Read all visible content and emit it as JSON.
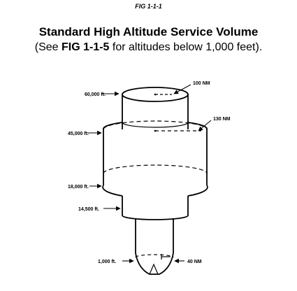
{
  "figure_label": "FIG 1-1-1",
  "title": "Standard High Altitude Service Volume",
  "subtitle": {
    "prefix": "(See ",
    "ref": "FIG 1-1-5",
    "suffix": " for altitudes below 1,000 feet)."
  },
  "altitudes": {
    "a60000": "60,000 ft.",
    "a45000": "45,000 ft.",
    "a18000": "18,000 ft.",
    "a14500": "14,500 ft.",
    "a1000": "1,000 ft."
  },
  "radii": {
    "r100": "100 NM",
    "r130": "130 NM",
    "r40": "40 NM"
  }
}
